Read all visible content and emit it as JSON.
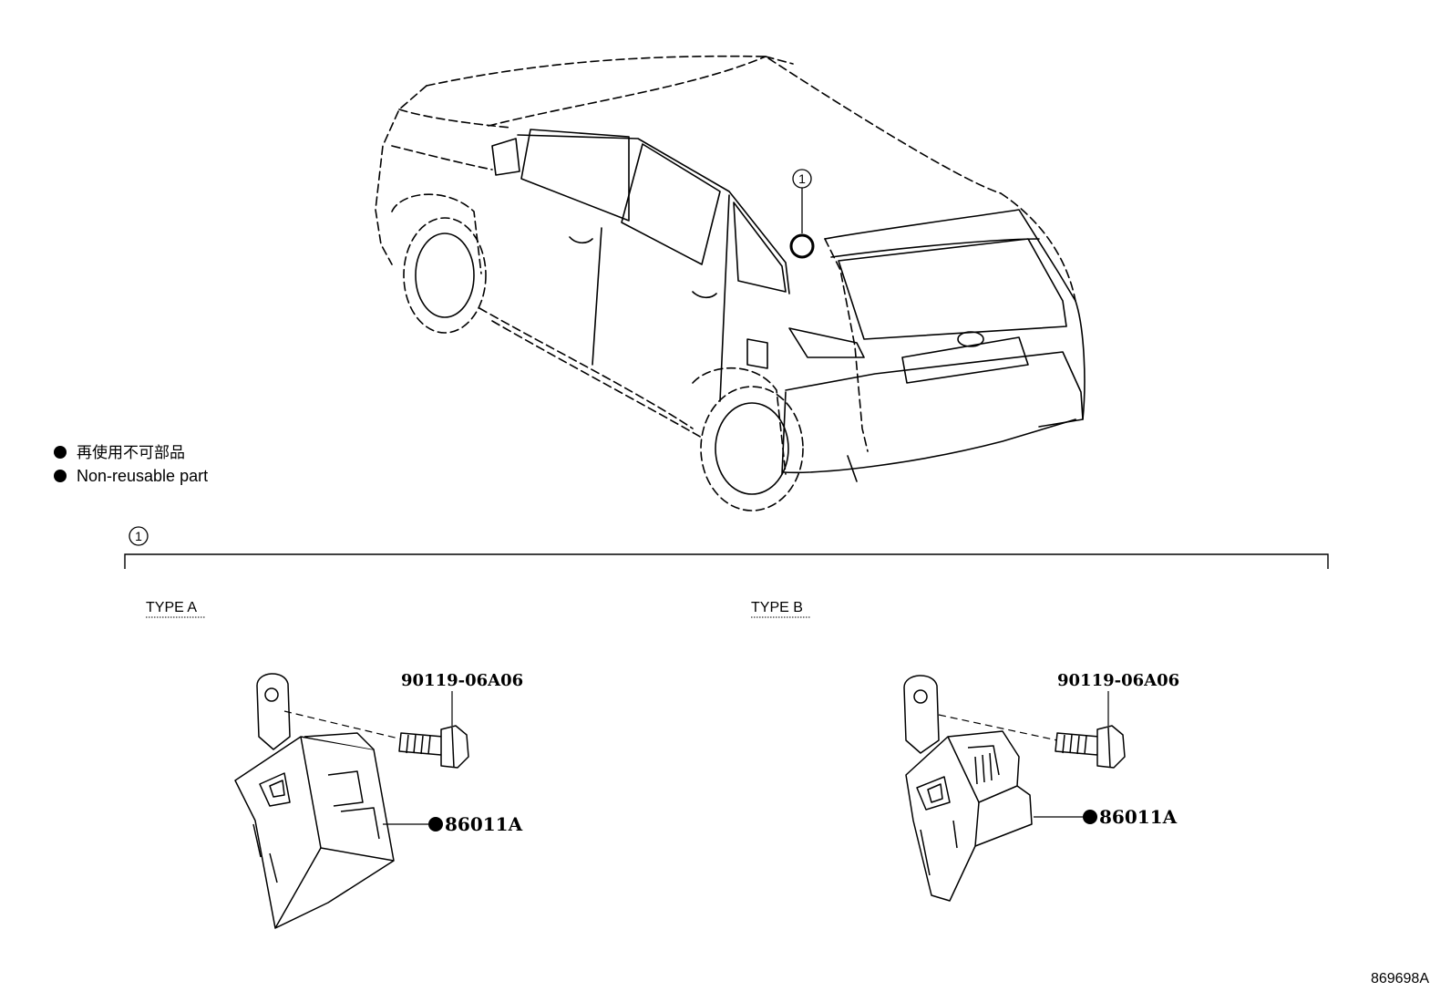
{
  "legend": {
    "items": [
      {
        "text": "再使用不可部品"
      },
      {
        "text": "Non-reusable part"
      }
    ]
  },
  "callouts": {
    "vehicle_ref": "1",
    "section_ref": "1"
  },
  "types": [
    {
      "label": "TYPE A",
      "bolt_part": "90119-06A06",
      "module_part": "86011A"
    },
    {
      "label": "TYPE B",
      "bolt_part": "90119-06A06",
      "module_part": "86011A"
    }
  ],
  "drawing_number": "869698A"
}
